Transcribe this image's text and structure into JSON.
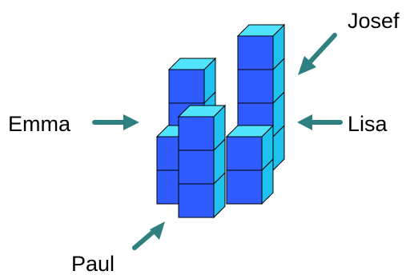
{
  "labels": {
    "josef": "Josef",
    "emma": "Emma",
    "lisa": "Lisa",
    "paul": "Paul"
  },
  "colors": {
    "front": "#2f5bff",
    "top": "#52e4ff",
    "side": "#1fc2ef",
    "edge": "#000000",
    "arrow": "#2f8181"
  },
  "structure": {
    "description_free": true,
    "columns": [
      {
        "position": "back-left",
        "height": 3
      },
      {
        "position": "back-right",
        "height": 4
      },
      {
        "position": "middle-left",
        "height": 2
      },
      {
        "position": "middle-right",
        "height": 2
      },
      {
        "position": "front-center",
        "height": 3
      }
    ]
  }
}
